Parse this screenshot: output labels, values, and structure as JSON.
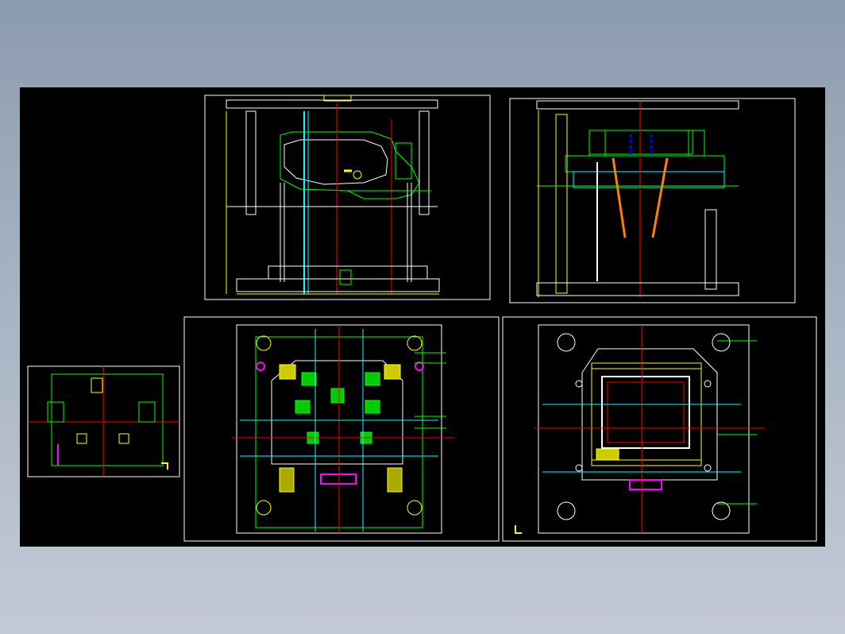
{
  "viewport": {
    "background": "#000000",
    "page_background_top": "#8b9bae",
    "page_background_bottom": "#c3cad5"
  },
  "drawing": {
    "sheets": [
      {
        "id": "side-section-view-left"
      },
      {
        "id": "side-section-view-right"
      },
      {
        "id": "small-detail-view"
      },
      {
        "id": "fixed-half-plan-view"
      },
      {
        "id": "moving-half-plan-view"
      }
    ],
    "colors": {
      "frame": "#ffffff",
      "red": "#ff0000",
      "yellow": "#ffff00",
      "green": "#00ff00",
      "cyan": "#00ffff",
      "magenta": "#ff00ff",
      "blue": "#0000ff",
      "white": "#ffffff"
    }
  }
}
